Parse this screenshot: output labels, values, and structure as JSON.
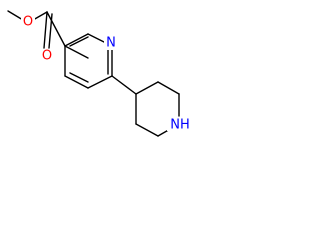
{
  "molecule": {
    "atoms": {
      "methyl_O": "O",
      "carbonyl_O": "O",
      "ring_N": "N",
      "piperidine_N": "NH"
    }
  },
  "colors": {
    "bond": "#000000",
    "oxygen": "#ff0000",
    "nitrogen": "#0000ff"
  }
}
